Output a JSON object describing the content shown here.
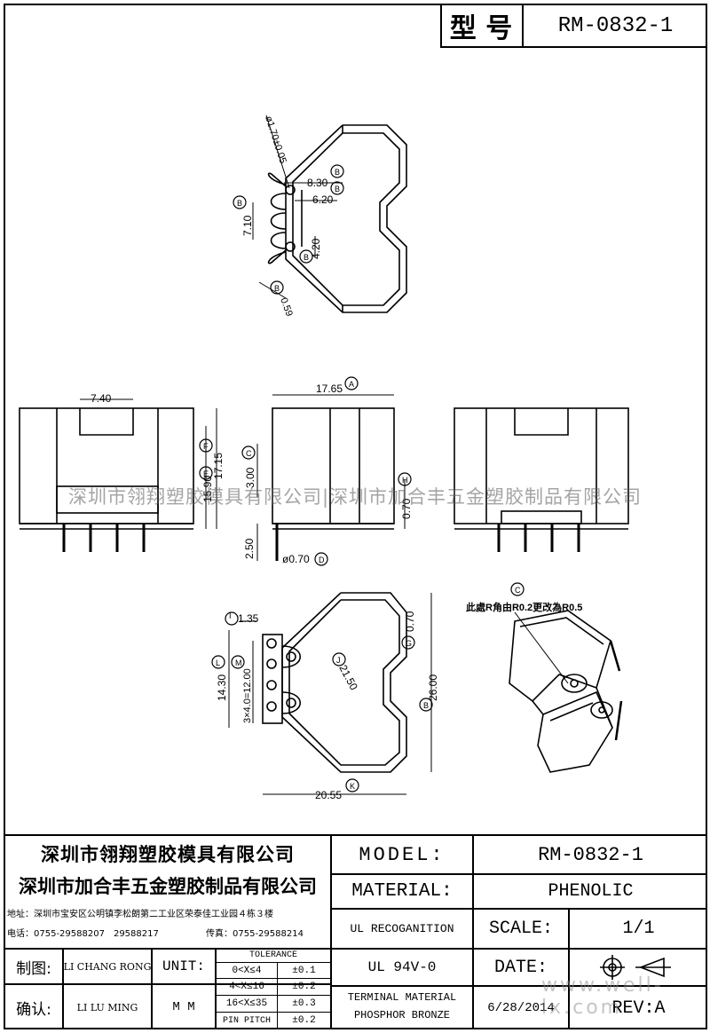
{
  "header": {
    "label": "型 号",
    "model": "RM-0832-1"
  },
  "dims": {
    "top": {
      "d1": "ø1.70±0.05",
      "d2": "8.30",
      "d3": "6.20",
      "d4": "7.10",
      "d5": "4.20",
      "d6": "0.59",
      "tag_b": "B"
    },
    "front": {
      "w": "7.40",
      "h1": "17.15",
      "h2": "15.90",
      "tag_f": "F",
      "tag_e": "E"
    },
    "side": {
      "w": "17.65",
      "tag_a": "A",
      "h1": "3.00",
      "tag_c": "C",
      "h2": "0.70",
      "tag_h": "H",
      "pin_len": "2.50",
      "pin_d": "ø0.70",
      "tag_d": "D"
    },
    "bottom": {
      "d1": "1.35",
      "tag_i": "I",
      "d2": "14.30",
      "tag_l": "L",
      "d3": "3×4.0=12.00",
      "tag_m": "M",
      "d4": "0.70",
      "tag_g": "G",
      "d5": "21.50",
      "tag_j": "J",
      "d6": "26.00",
      "tag_b2": "B",
      "d7": "20.55",
      "tag_k": "K"
    },
    "iso": {
      "tag_c": "C",
      "note": "此處R角由R0.2更改為R0.5"
    }
  },
  "watermark": "深圳市翎翔塑胶模具有限公司|深圳市加合丰五金塑胶制品有限公司",
  "site": "www.well-lx.com",
  "title_block": {
    "company1": "深圳市翎翔塑胶模具有限公司",
    "company2": "深圳市加合丰五金塑胶制品有限公司",
    "address": "地址：深圳市宝安区公明镇李松朗第二工业区荣泰佳工业园４栋３楼",
    "phone": "电话：0755-29588207　29588217",
    "fax": "传真：0755-29588214",
    "model_label": "MODEL:",
    "model_value": "RM-0832-1",
    "material_label": "MATERIAL:",
    "material_value": "PHENOLIC",
    "ul_label": "UL RECOGANITION",
    "scale_label": "SCALE:",
    "scale_value": "1/1",
    "drawn_label": "制图:",
    "drawn_value": "LI CHANG RONG",
    "unit_label": "UNIT:",
    "tolerance_label": "TOLERANCE",
    "tol_rows": [
      {
        "range": "0<X≤4",
        "value": "±0.1"
      },
      {
        "range": "4<X≤16",
        "value": "±0.2"
      },
      {
        "range": "16<X≤35",
        "value": "±0.3"
      },
      {
        "range": "PIN PITCH",
        "value": "±0.2"
      }
    ],
    "ul_value": "UL 94V-0",
    "date_label": "DATE:",
    "approve_label": "确认:",
    "approve_value": "LI LU MING",
    "unit_value": "M M",
    "terminal_line1": "TERMINAL MATERIAL",
    "terminal_line2": "PHOSPHOR  BRONZE",
    "date_value": "6/28/2014",
    "rev": "REV:A"
  }
}
